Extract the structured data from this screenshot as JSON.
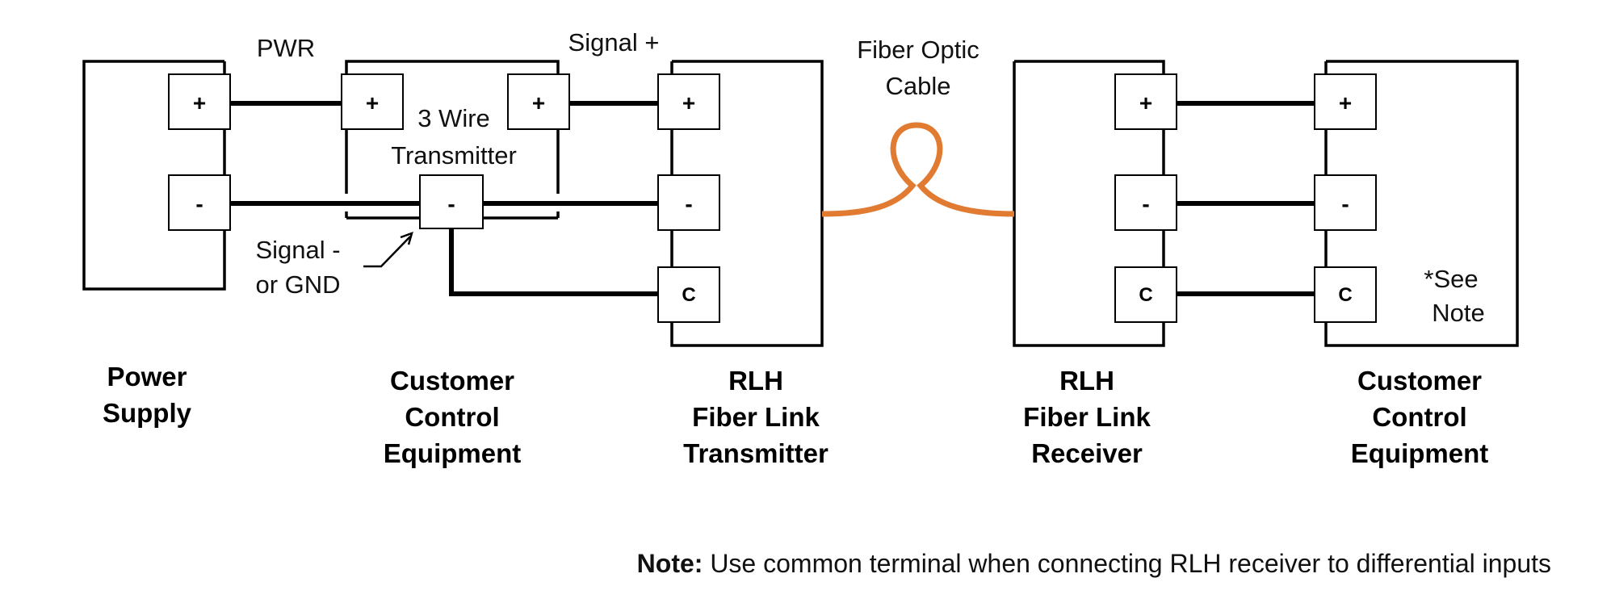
{
  "labels": {
    "pwr": "PWR",
    "signal_plus": "Signal +",
    "three_wire_line1": "3 Wire",
    "three_wire_line2": "Transmitter",
    "signal_minus_line1": "Signal -",
    "signal_minus_line2": "or GND",
    "fiber_line1": "Fiber Optic",
    "fiber_line2": "Cable",
    "see_note_line1": "*See",
    "see_note_line2": "Note"
  },
  "terminals": {
    "plus": "+",
    "minus": "-",
    "common": "C"
  },
  "components": {
    "power_supply": [
      "Power",
      "Supply"
    ],
    "customer_control_tx": [
      "Customer",
      "Control",
      "Equipment"
    ],
    "rlh_transmitter": [
      "RLH",
      "Fiber Link",
      "Transmitter"
    ],
    "rlh_receiver": [
      "RLH",
      "Fiber Link",
      "Receiver"
    ],
    "customer_control_rx": [
      "Customer",
      "Control",
      "Equipment"
    ]
  },
  "note": {
    "label": "Note:",
    "text": " Use common terminal when connecting RLH receiver to differential inputs"
  },
  "colors": {
    "fiber": "#E07B31",
    "wire": "#000000"
  }
}
